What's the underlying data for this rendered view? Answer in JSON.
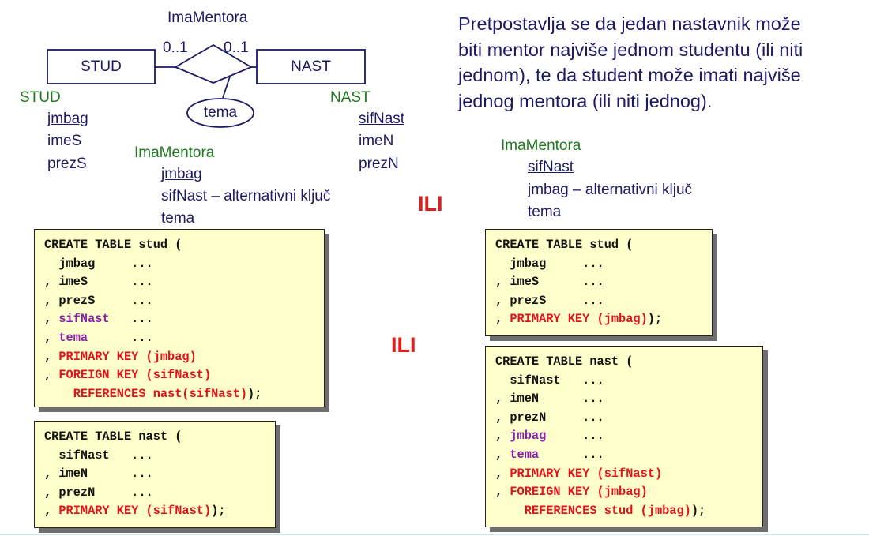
{
  "er": {
    "relationship_name": "ImaMentora",
    "left_card": "0..1",
    "right_card": "0..1",
    "entity_left": "STUD",
    "entity_right": "NAST",
    "attribute": "tema"
  },
  "stud_schema": {
    "title": "STUD",
    "attrs": [
      "jmbag",
      "imeS",
      "prezS"
    ]
  },
  "nast_schema": {
    "title": "NAST",
    "attrs": [
      "sifNast",
      "imeN",
      "prezN"
    ]
  },
  "ima_left": {
    "title": "ImaMentora",
    "attrs": [
      "jmbag",
      "sifNast – alternativni ključ",
      "tema"
    ]
  },
  "ima_right": {
    "title": "ImaMentora",
    "attrs": [
      "sifNast",
      "jmbag – alternativni ključ",
      "tema"
    ]
  },
  "paragraph": [
    "Pretpostavlja  se da jedan nastavnik može",
    "biti mentor najviše jednom studentu (ili niti",
    "jednom), te da student može imati najviše",
    "jednog mentora (ili niti jednog)."
  ],
  "ili_top": "ILI",
  "ili_mid": "ILI",
  "code1": [
    {
      "segs": [
        {
          "t": "CREATE TABLE stud (",
          "c": ""
        }
      ]
    },
    {
      "segs": [
        {
          "t": "  jmbag     ...",
          "c": ""
        }
      ]
    },
    {
      "segs": [
        {
          "t": ", imeS      ...",
          "c": ""
        }
      ]
    },
    {
      "segs": [
        {
          "t": ", prezS     ...",
          "c": ""
        }
      ]
    },
    {
      "segs": [
        {
          "t": ", ",
          "c": ""
        },
        {
          "t": "sifNast",
          "c": "purple"
        },
        {
          "t": "   ...",
          "c": ""
        }
      ]
    },
    {
      "segs": [
        {
          "t": ", ",
          "c": ""
        },
        {
          "t": "tema",
          "c": "purple"
        },
        {
          "t": "      ...",
          "c": ""
        }
      ]
    },
    {
      "segs": [
        {
          "t": ", ",
          "c": ""
        },
        {
          "t": "PRIMARY KEY (jmbag)",
          "c": "red"
        }
      ]
    },
    {
      "segs": [
        {
          "t": ", ",
          "c": ""
        },
        {
          "t": "FOREIGN KEY (sifNast)",
          "c": "red"
        }
      ]
    },
    {
      "segs": [
        {
          "t": "    ",
          "c": ""
        },
        {
          "t": "REFERENCES nast(sifNast)",
          "c": "red"
        },
        {
          "t": ");",
          "c": ""
        }
      ]
    }
  ],
  "code2": [
    {
      "segs": [
        {
          "t": "CREATE TABLE nast (",
          "c": ""
        }
      ]
    },
    {
      "segs": [
        {
          "t": "  sifNast   ...",
          "c": ""
        }
      ]
    },
    {
      "segs": [
        {
          "t": ", imeN      ...",
          "c": ""
        }
      ]
    },
    {
      "segs": [
        {
          "t": ", prezN     ...",
          "c": ""
        }
      ]
    },
    {
      "segs": [
        {
          "t": ", ",
          "c": ""
        },
        {
          "t": "PRIMARY KEY (sifNast)",
          "c": "red"
        },
        {
          "t": ");",
          "c": ""
        }
      ]
    }
  ],
  "code3": [
    {
      "segs": [
        {
          "t": "CREATE TABLE stud (",
          "c": ""
        }
      ]
    },
    {
      "segs": [
        {
          "t": "  jmbag     ...",
          "c": ""
        }
      ]
    },
    {
      "segs": [
        {
          "t": ", imeS      ...",
          "c": ""
        }
      ]
    },
    {
      "segs": [
        {
          "t": ", prezS     ...",
          "c": ""
        }
      ]
    },
    {
      "segs": [
        {
          "t": ", ",
          "c": ""
        },
        {
          "t": "PRIMARY KEY (jmbag)",
          "c": "red"
        },
        {
          "t": ");",
          "c": ""
        }
      ]
    }
  ],
  "code4": [
    {
      "segs": [
        {
          "t": "CREATE TABLE nast (",
          "c": ""
        }
      ]
    },
    {
      "segs": [
        {
          "t": "  sifNast   ...",
          "c": ""
        }
      ]
    },
    {
      "segs": [
        {
          "t": ", imeN      ...",
          "c": ""
        }
      ]
    },
    {
      "segs": [
        {
          "t": ", prezN     ...",
          "c": ""
        }
      ]
    },
    {
      "segs": [
        {
          "t": ", ",
          "c": ""
        },
        {
          "t": "jmbag",
          "c": "purple"
        },
        {
          "t": "     ...",
          "c": ""
        }
      ]
    },
    {
      "segs": [
        {
          "t": ", ",
          "c": ""
        },
        {
          "t": "tema",
          "c": "purple"
        },
        {
          "t": "      ...",
          "c": ""
        }
      ]
    },
    {
      "segs": [
        {
          "t": ", ",
          "c": ""
        },
        {
          "t": "PRIMARY KEY (sifNast)",
          "c": "red"
        }
      ]
    },
    {
      "segs": [
        {
          "t": ", ",
          "c": ""
        },
        {
          "t": "FOREIGN KEY (jmbag)",
          "c": "red"
        }
      ]
    },
    {
      "segs": [
        {
          "t": "    ",
          "c": ""
        },
        {
          "t": "REFERENCES stud (jmbag)",
          "c": "red"
        },
        {
          "t": ");",
          "c": ""
        }
      ]
    }
  ],
  "colors": {
    "navy": "#1a1a66",
    "green": "#1f7a1f",
    "red": "#e3111b",
    "purple": "#8a1fb0",
    "code_bg": "#ffffcc"
  }
}
